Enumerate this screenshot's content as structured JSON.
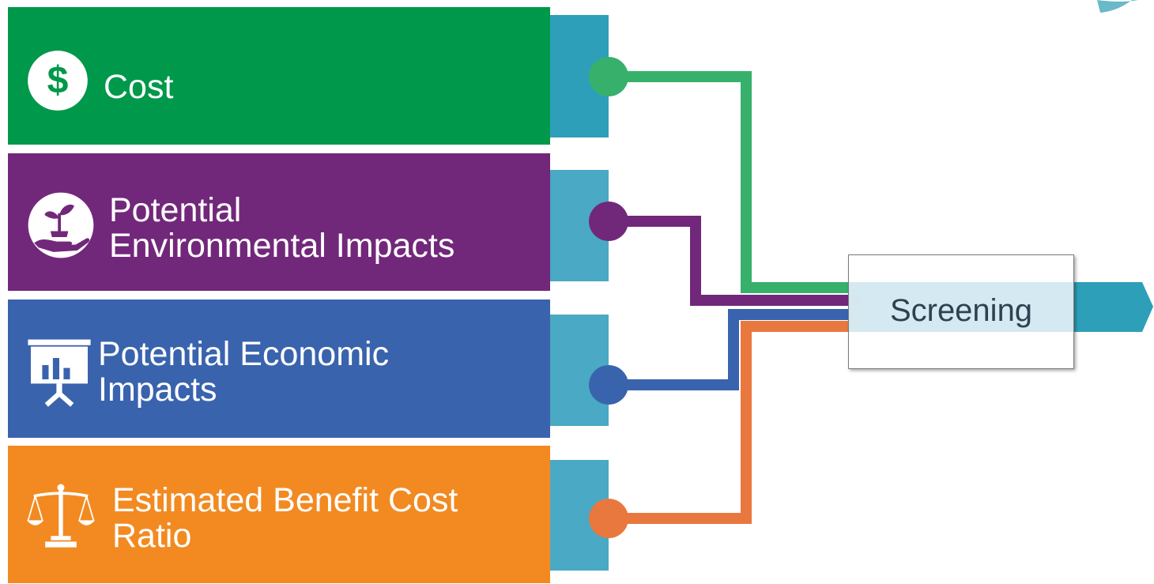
{
  "inputs": [
    {
      "id": "cost",
      "label": "Cost",
      "icon": "dollar-icon",
      "color": "#00984a",
      "tab_color": "#2e9fb9",
      "connector_color": "#37b06b"
    },
    {
      "id": "environmental",
      "label": "Potential\nEnvironmental Impacts",
      "icon": "plant-in-hand-icon",
      "color": "#72287a",
      "tab_color": "#4aa9c4",
      "connector_color": "#72287a"
    },
    {
      "id": "economic",
      "label": "Potential Economic\nImpacts",
      "icon": "presentation-chart-icon",
      "color": "#3a63ad",
      "tab_color": "#4aa9c4",
      "connector_color": "#3a63ad"
    },
    {
      "id": "bcr",
      "label": "Estimated Benefit Cost\nRatio",
      "icon": "balance-scale-icon",
      "color": "#f28a21",
      "tab_color": "#4aa9c4",
      "connector_color": "#e9783f"
    }
  ],
  "output": {
    "label": "Screening",
    "arrow_color": "#2e9fb9",
    "box_fill": "#ffffff"
  }
}
